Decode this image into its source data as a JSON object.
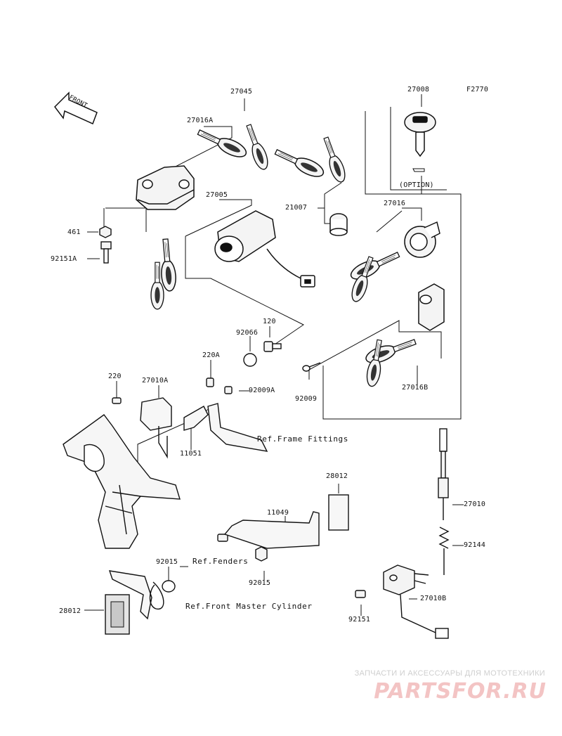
{
  "figure_code": "F2770",
  "front_arrow": "FRONT",
  "option_label": "(OPTION)",
  "part_labels": {
    "p27045": "27045",
    "p27016A": "27016A",
    "p27008": "27008",
    "p27005": "27005",
    "p21007": "21007",
    "p27016": "27016",
    "p461": "461",
    "p92151A": "92151A",
    "p120": "120",
    "p92066": "92066",
    "p220A": "220A",
    "p220": "220",
    "p27010A": "27010A",
    "p92009A": "92009A",
    "p92009": "92009",
    "p27016B": "27016B",
    "p11051": "11051",
    "p28012_right": "28012",
    "p11049": "11049",
    "p27010": "27010",
    "p92144": "92144",
    "p92015_left": "92015",
    "p92015_right": "92015",
    "p28012_left": "28012",
    "p27010B": "27010B",
    "p92151": "92151"
  },
  "references": {
    "frame_fittings": "Ref.Frame Fittings",
    "fenders": "Ref.Fenders",
    "front_master_cylinder": "Ref.Front Master Cylinder"
  },
  "watermark": {
    "tagline": "ЗАПЧАСТИ И АКСЕССУАРЫ ДЛЯ МОТОТЕХНИКИ",
    "logo": "PARTSFOR.RU"
  }
}
